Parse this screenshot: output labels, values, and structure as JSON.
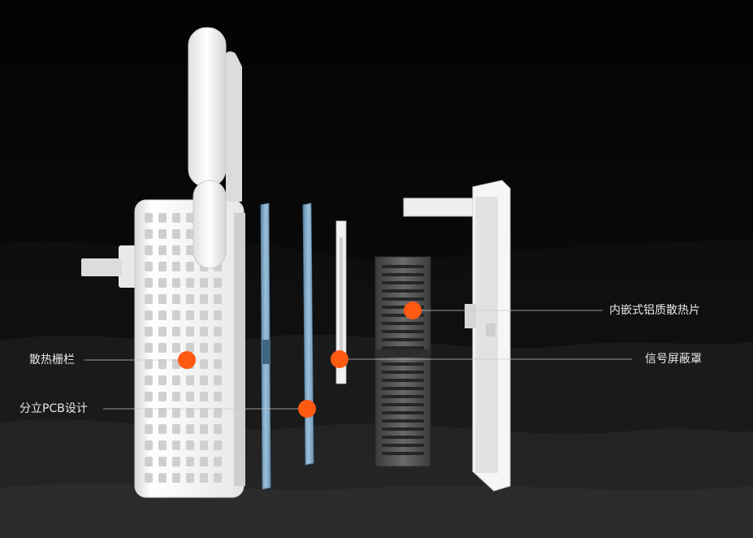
{
  "callouts": {
    "heat_grille": "散热栅栏",
    "split_pcb": "分立PCB设计",
    "aluminum_heatsink": "内嵌式铝质散热片",
    "signal_shield": "信号屏蔽罩"
  },
  "colors": {
    "background": "#050505",
    "marker": "#ff5a12",
    "leader_line": "#c9c9c9",
    "housing": "#f4f4f4",
    "pcb": "#7fa6c4",
    "heatsink": "#4a4a4a"
  }
}
